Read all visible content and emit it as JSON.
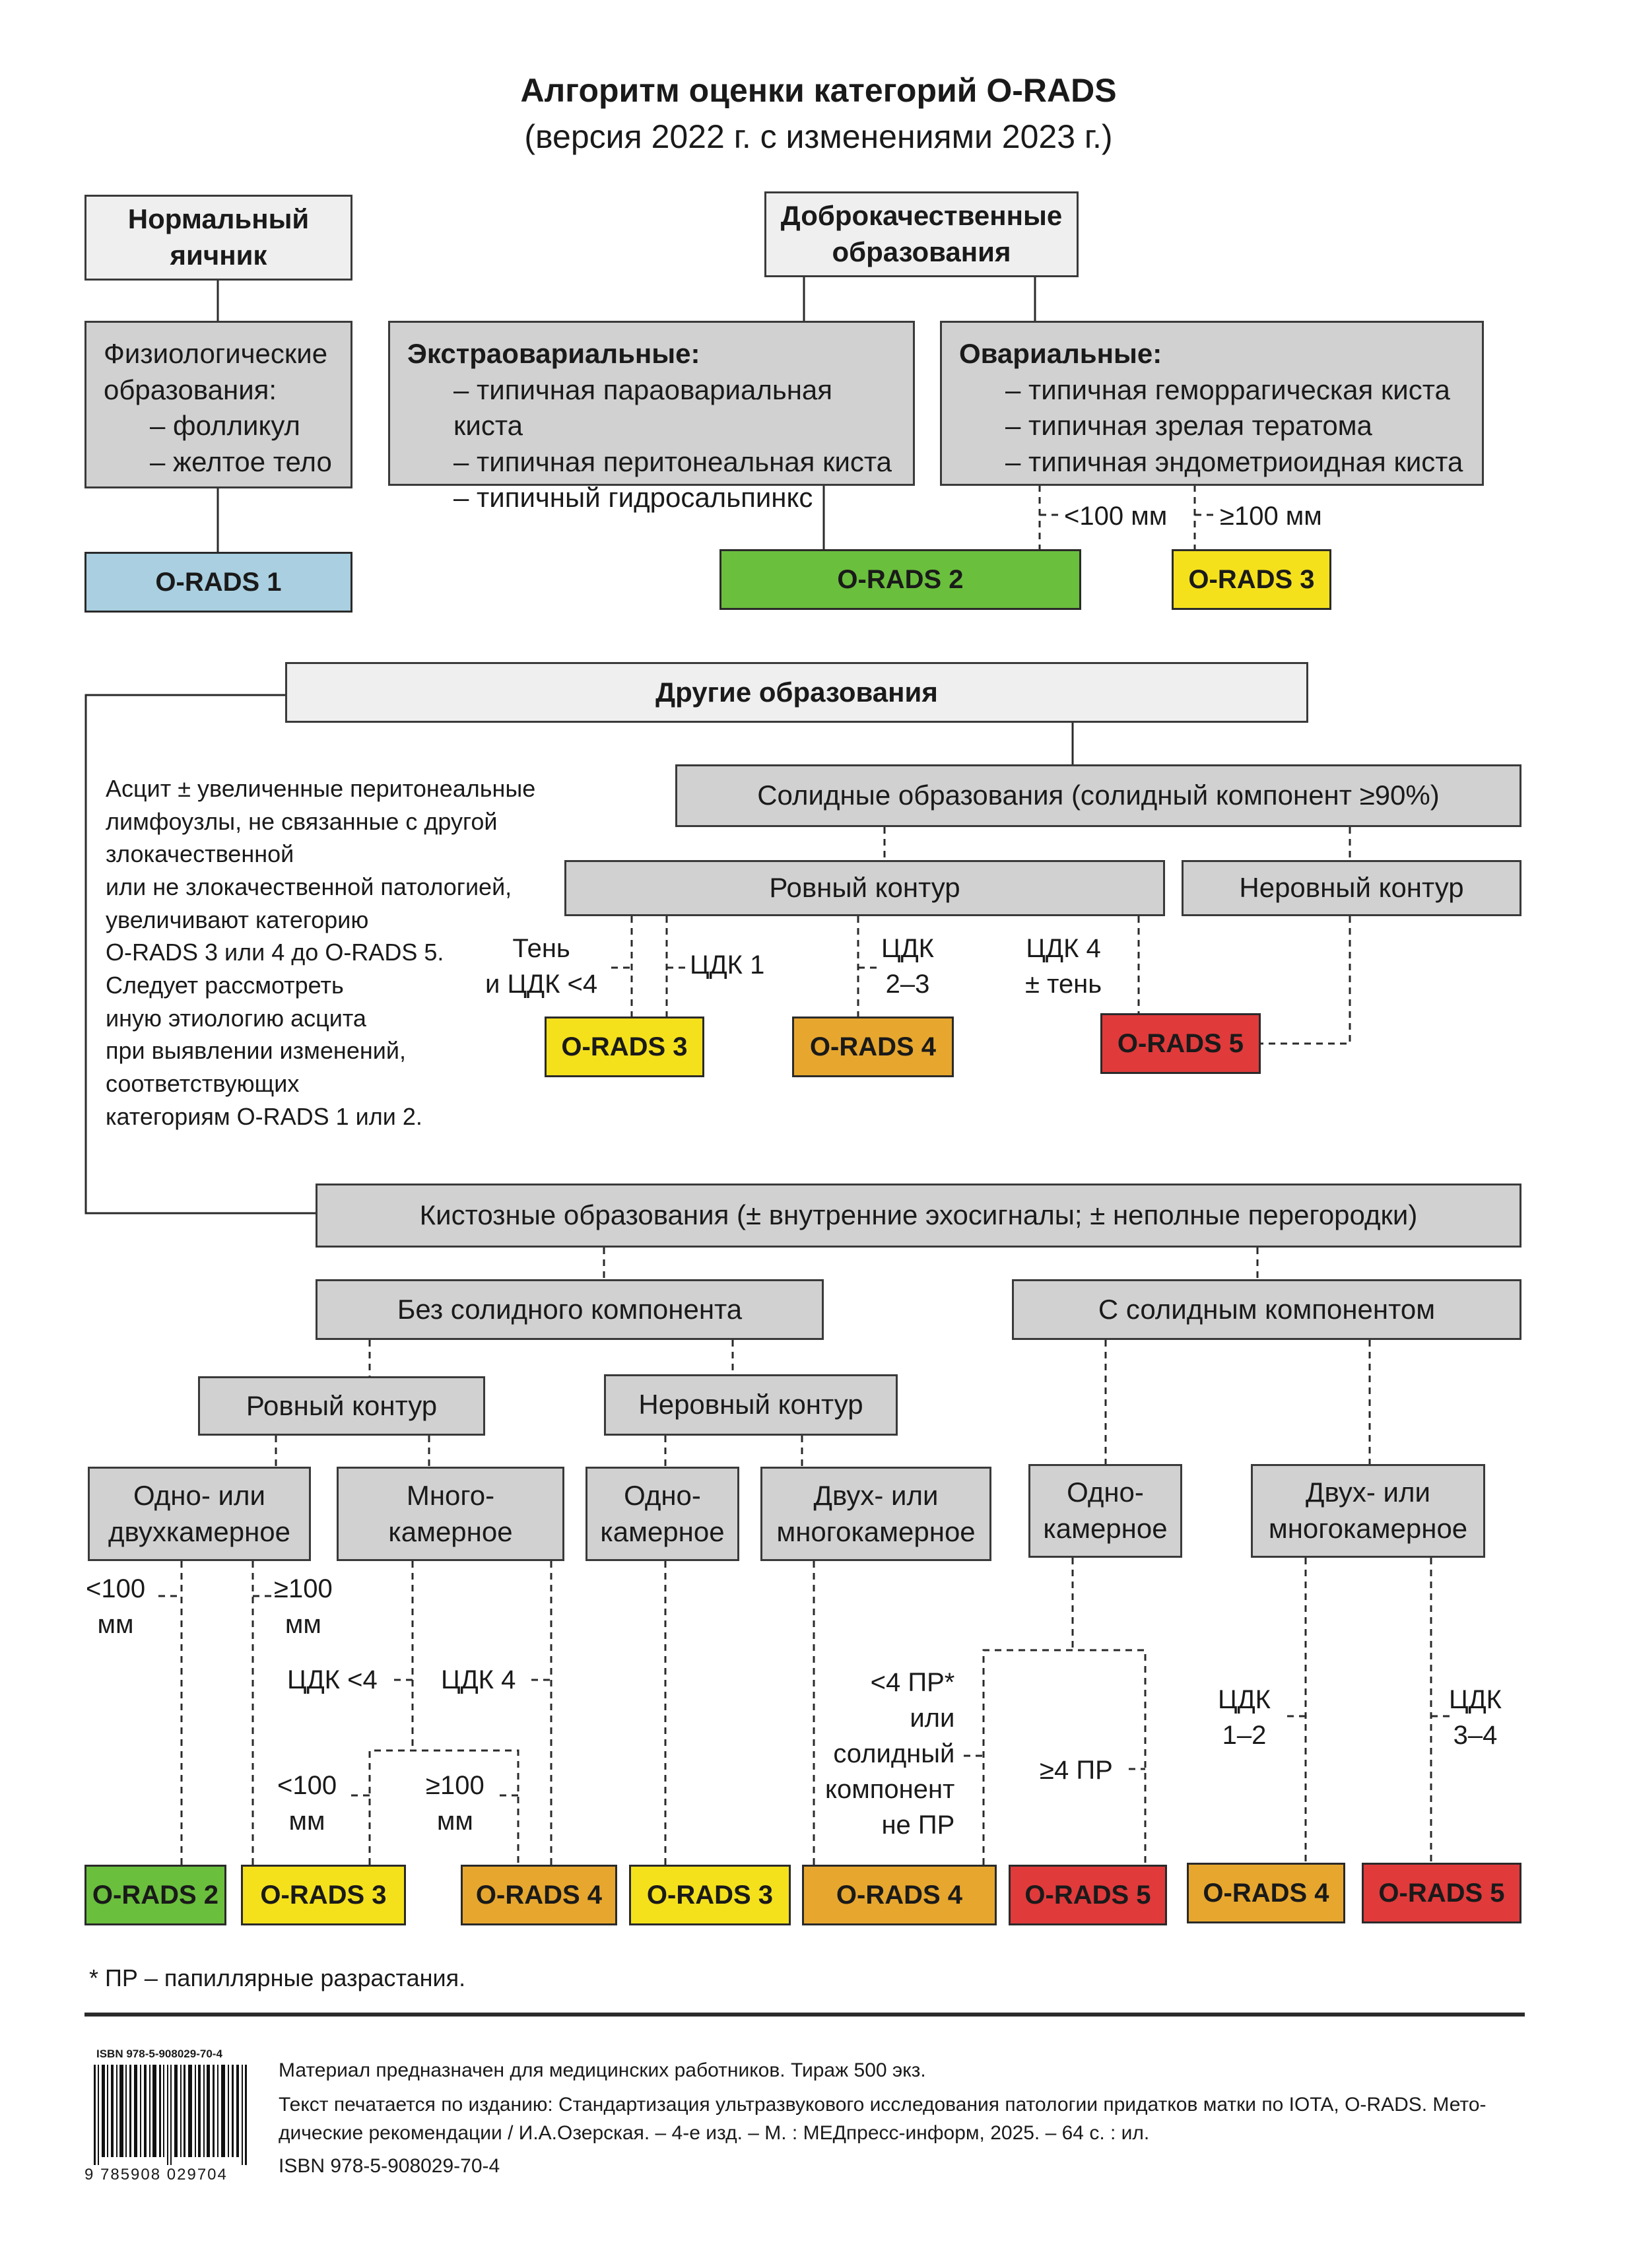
{
  "title": "Алгоритм оценки категорий O-RADS",
  "subtitle": "(версия 2022 г.  с изменениями 2023 г.)",
  "normal": {
    "title": "Нормальный яичник",
    "physio": {
      "header": "Физиологические образования:",
      "items": [
        "– фолликул",
        "– желтое тело"
      ]
    },
    "result": "O-RADS 1"
  },
  "benign": {
    "title": "Доброкачественные образования",
    "extra": {
      "header": "Экстраовариальные:",
      "items": [
        "– типичная параовариальная киста",
        "– типичная перитонеальная киста",
        "– типичный гидросальпинкс"
      ]
    },
    "ovarian": {
      "header": "Овариальные:",
      "items": [
        "– типичная геморрагическая киста",
        "– типичная зрелая тератома",
        "– типичная эндометриоидная киста"
      ]
    },
    "lt100": "<100 мм",
    "ge100": "≥100 мм",
    "result2": "O-RADS 2",
    "result3": "O-RADS 3"
  },
  "other": {
    "title": "Другие образования",
    "ascites_note": [
      "Асцит ± увеличенные перитонеальные",
      "лимфоузлы, не связанные с другой",
      "злокачественной",
      "или не злокачественной патологией,",
      "увеличивают категорию",
      "O-RADS 3 или 4 до O-RADS 5.",
      "Следует рассмотреть",
      "иную этиологию асцита",
      "при выявлении изменений,",
      "соответствующих",
      "категориям O-RADS 1 или 2."
    ]
  },
  "solid": {
    "title": "Солидные образования (солидный компонент ≥90%)",
    "smooth": "Ровный контур",
    "irregular": "Неровный контур",
    "shadow_label": [
      "Тень",
      "и ЦДК <4"
    ],
    "cdk1": "ЦДК 1",
    "cdk23": [
      "ЦДК",
      "2–3"
    ],
    "cdk4_shadow": [
      "ЦДК 4",
      "± тень"
    ],
    "r3": "O-RADS 3",
    "r4": "O-RADS 4",
    "r5": "O-RADS 5"
  },
  "cystic": {
    "title": "Кистозные образования (± внутренние эхосигналы; ± неполные перегородки)",
    "no_solid": "Без солидного компонента",
    "with_solid": "С солидным компонентом",
    "smooth": "Ровный контур",
    "irregular": "Неровный контур",
    "uni_bi": [
      "Одно- или",
      "двухкамерное"
    ],
    "multi": [
      "Много-",
      "камерное"
    ],
    "uni_irr": [
      "Одно-",
      "камерное"
    ],
    "bi_multi_irr": [
      "Двух- или",
      "многокамерное"
    ],
    "uni_solid": [
      "Одно-",
      "камерное"
    ],
    "bi_multi_solid": [
      "Двух- или",
      "многокамерное"
    ],
    "lt100": [
      "<100",
      "мм"
    ],
    "ge100": [
      "≥100",
      "мм"
    ],
    "cdk_lt4": "ЦДК <4",
    "cdk4": "ЦДК 4",
    "lt100b": [
      "<100",
      "мм"
    ],
    "ge100b": [
      "≥100",
      "мм"
    ],
    "lt4pr": [
      "<4 ПР*",
      "или",
      "солидный",
      "компонент",
      "не ПР"
    ],
    "ge4pr": "≥4 ПР",
    "cdk12": [
      "ЦДК",
      "1–2"
    ],
    "cdk34": [
      "ЦДК",
      "3–4"
    ],
    "results": [
      "O-RADS 2",
      "O-RADS 3",
      "O-RADS 4",
      "O-RADS 3",
      "O-RADS 4",
      "O-RADS 5",
      "O-RADS 4",
      "O-RADS 5"
    ]
  },
  "footnote": "* ПР – папиллярные разрастания.",
  "footer": {
    "isbn_small": "ISBN 978-5-908029-70-4",
    "barcode_digits": "9 785908 029704",
    "line1": "Материал предназначен для медицинских работников. Тираж 500 экз.",
    "line2": "Текст печатается по изданию: Стандартизация ультразвукового исследования патологии придатков матки по IOTA, O-RADS. Мето-",
    "line3": "дические рекомендации / И.А.Озерская. – 4-е изд. – М. : МЕДпресс-информ, 2025. – 64 с. : ил.",
    "line4": "ISBN 978-5-908029-70-4"
  },
  "colors": {
    "orads1": "#a9cfe0",
    "orads2": "#6abf3d",
    "orads3": "#f4e11c",
    "orads4": "#e7a72e",
    "orads5": "#e03a3b",
    "box": "#d2d1d1"
  }
}
